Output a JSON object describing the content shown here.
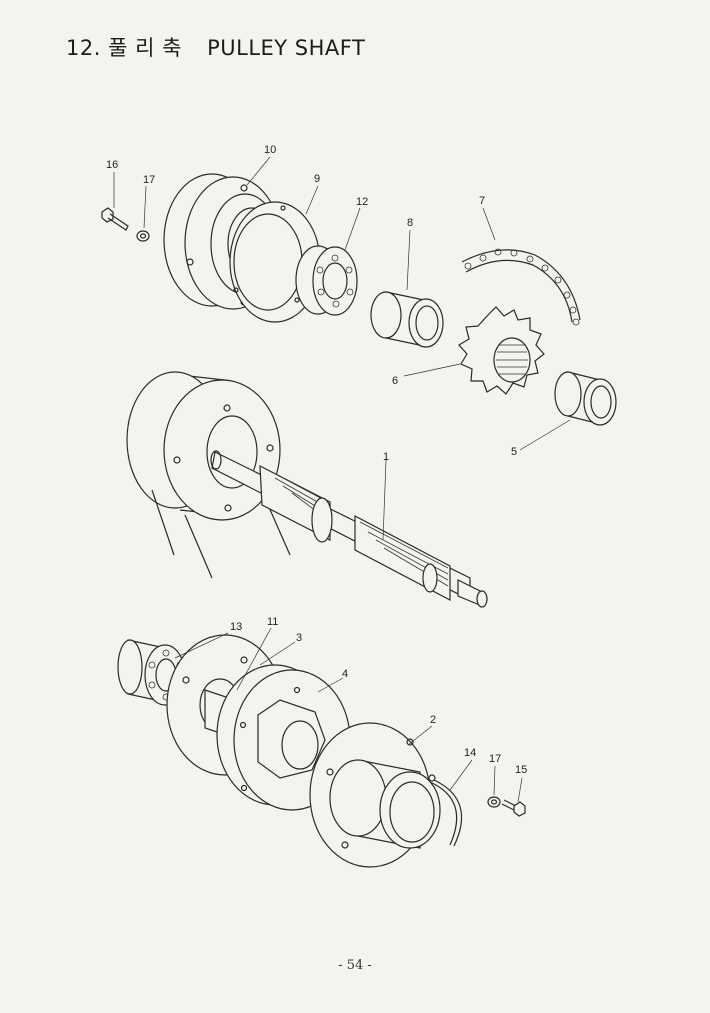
{
  "header": {
    "number": "12.",
    "korean_title": "풀 리 축",
    "english_title": "PULLEY SHAFT"
  },
  "callouts": {
    "c1": "1",
    "c2": "2",
    "c3": "3",
    "c4": "4",
    "c5": "5",
    "c6": "6",
    "c7": "7",
    "c8": "8",
    "c9": "9",
    "c10": "10",
    "c11": "11",
    "c12": "12",
    "c13": "13",
    "c14": "14",
    "c15": "15",
    "c16": "16",
    "c17a": "17",
    "c17b": "17"
  },
  "footer": {
    "page": "- 54 -"
  }
}
